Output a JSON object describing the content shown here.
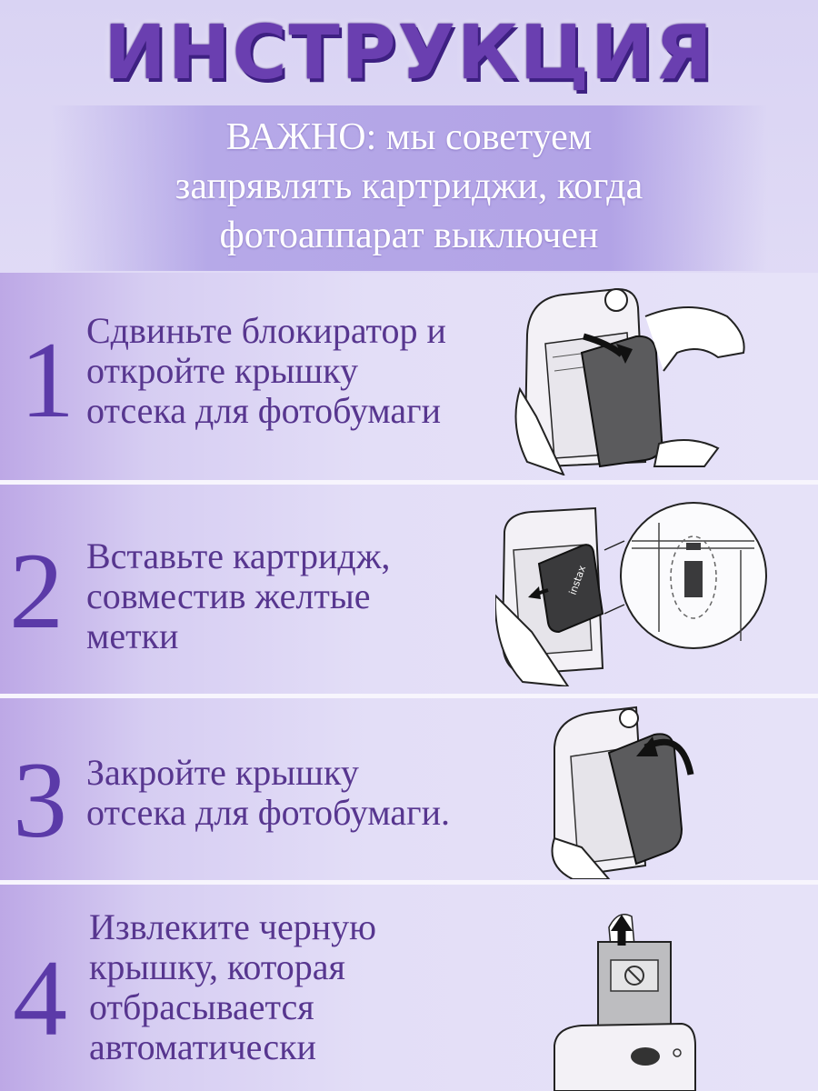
{
  "title": "ИНСТРУКЦИЯ",
  "note": {
    "line1": "ВАЖНО: мы советуем",
    "line2": "запрявлять картриджи, когда",
    "line3": "фотоаппарат выключен"
  },
  "steps": [
    {
      "number": "1",
      "lines": [
        "Сдвиньте блокиратор и",
        "откройте крышку",
        "отсека для фотобумаги"
      ],
      "illustration": "open-cover-illustration"
    },
    {
      "number": "2",
      "lines": [
        "Вставьте картридж,",
        "совместив желтые",
        "метки"
      ],
      "illustration": "insert-cartridge-illustration",
      "cartridge_label": "instax"
    },
    {
      "number": "3",
      "lines": [
        "Закройте крышку",
        "отсека для фотобумаги."
      ],
      "illustration": "close-cover-illustration"
    },
    {
      "number": "4",
      "lines": [
        "Извлеките черную",
        "крышку, которая",
        "отбрасывается",
        "автоматически"
      ],
      "illustration": "eject-shield-illustration"
    }
  ],
  "colors": {
    "accent": "#5b3aa8",
    "title": "#6a3fb0",
    "note_band": "#b6a9e8",
    "panel_light": "#e6e2f8",
    "panel_left": "#bda8e6"
  }
}
